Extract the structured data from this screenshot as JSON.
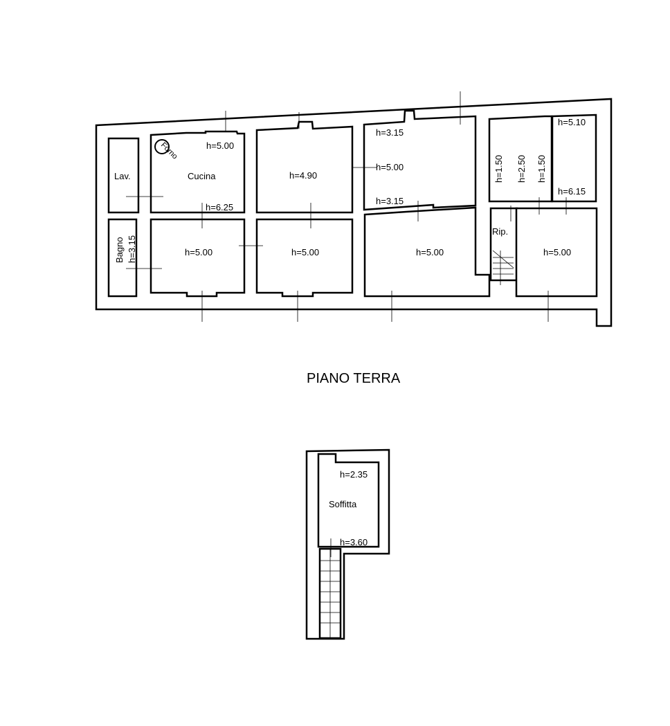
{
  "ground_floor": {
    "title": "PIANO TERRA",
    "labels": {
      "lav": "Lav.",
      "cucina": "Cucina",
      "forno": "Forno",
      "cucina_h_top": "h=5.00",
      "cucina_h_bottom": "h=6.25",
      "bagno": "Bagno",
      "bagno_h": "h=3.15",
      "room2_h": "h=4.90",
      "room3_h_top": "h=3.15",
      "room3_h_mid": "h=5.00",
      "room3_h_bottom": "h=3.15",
      "room4_h_a": "h=1.50",
      "room4_h_b": "h=2.50",
      "room4_h_c": "h=1.50",
      "room5_h_top": "h=5.10",
      "room5_h_bottom": "h=6.15",
      "lower1_h": "h=5.00",
      "lower2_h": "h=5.00",
      "lower3_h": "h=5.00",
      "rip": "Rip.",
      "lower4_h": "h=5.00"
    }
  },
  "attic": {
    "name": "Soffitta",
    "h_top": "h=2.35",
    "h_bottom": "h=3.60"
  }
}
